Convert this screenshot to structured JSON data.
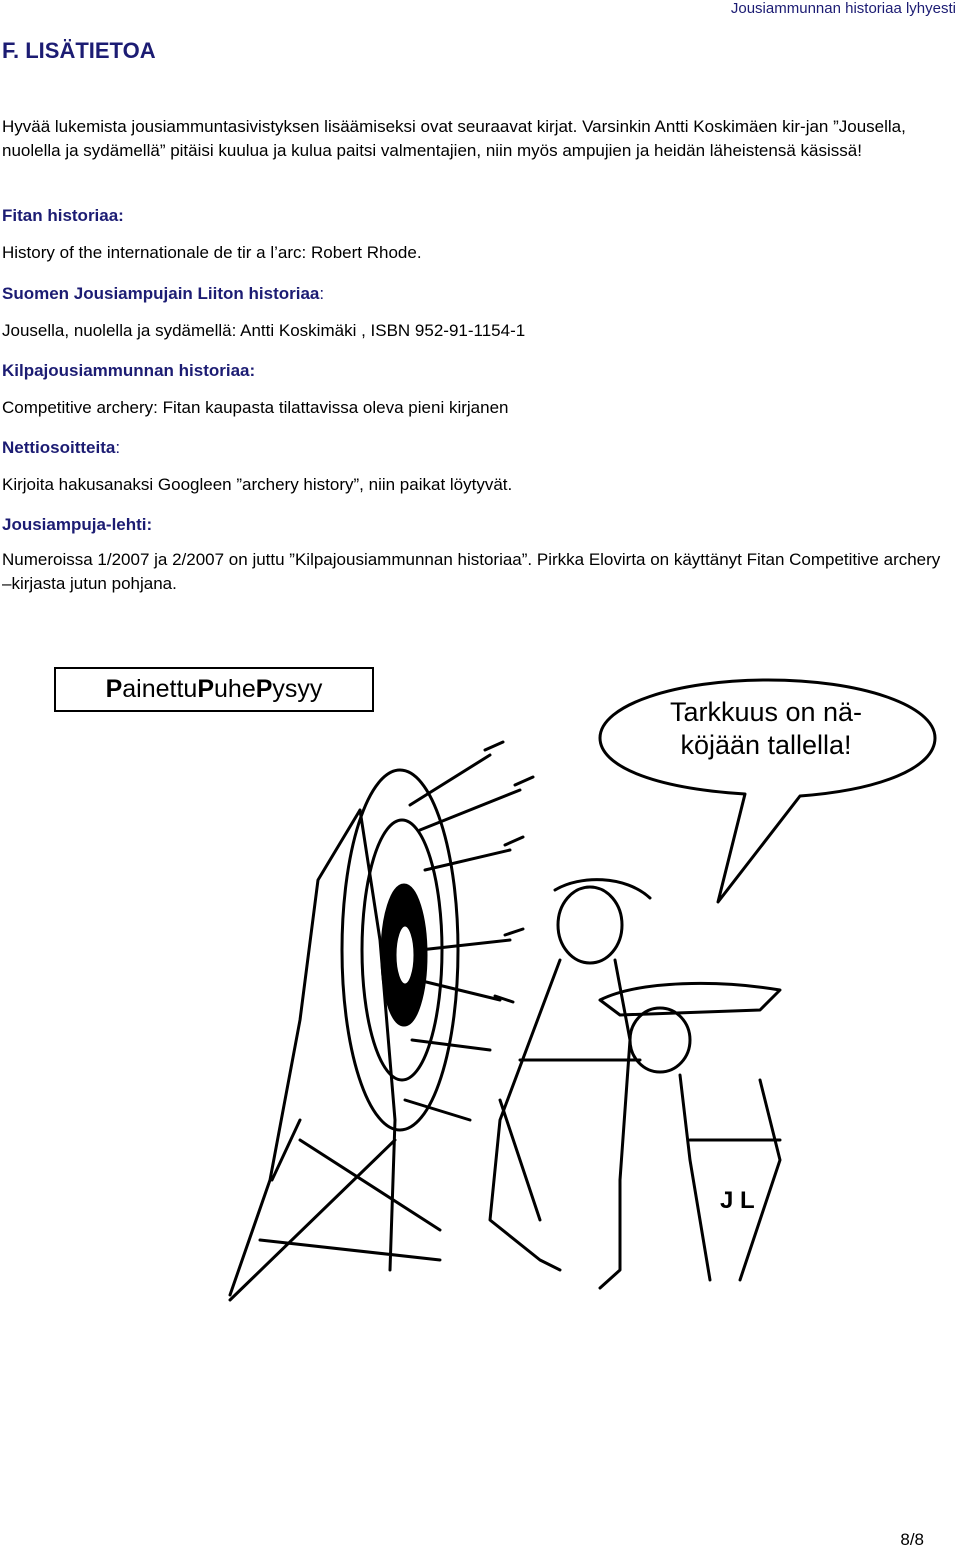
{
  "header": {
    "running_head": "Jousiammunnan historiaa lyhyesti",
    "section_title": "F. LISÄTIETOA"
  },
  "intro": "Hyvää lukemista jousiammuntasivistyksen lisäämiseksi ovat seuraavat kirjat. Varsinkin Antti Koskimäen kir-jan ”Jousella, nuolella ja sydämellä” pitäisi kuulua ja kulua paitsi valmentajien, niin myös ampujien ja heidän läheistensä käsissä!",
  "sections": [
    {
      "heading": "Fitan historiaa:",
      "heading_tail": "",
      "text": "History of the internationale de tir a l’arc: Robert Rhode."
    },
    {
      "heading": "Suomen Jousiampujain Liiton historiaa",
      "heading_tail": ":",
      "text": "Jousella, nuolella ja sydämellä: Antti Koskimäki , ISBN 952-91-1154-1"
    },
    {
      "heading": "Kilpajousiammunnan historiaa:",
      "heading_tail": "",
      "text": "Competitive archery: Fitan kaupasta tilattavissa oleva pieni kirjanen"
    },
    {
      "heading": "Nettiosoitteita",
      "heading_tail": ":",
      "text": "Kirjoita hakusanaksi Googleen ”archery history”, niin paikat löytyvät."
    },
    {
      "heading": "Jousiampuja-lehti:",
      "heading_tail": "",
      "text": "Numeroissa 1/2007 ja 2/2007 on juttu ”Kilpajousiammunnan historiaa”. Pirkka Elovirta on käyttänyt Fitan Competitive archery –kirjasta jutun pohjana."
    }
  ],
  "cartoon": {
    "title_parts": [
      {
        "initial": "P",
        "rest": "ainettu "
      },
      {
        "initial": "P",
        "rest": "uhe "
      },
      {
        "initial": "P",
        "rest": "ysyy"
      }
    ],
    "speech": "Tarkkuus on nä-köjään tallella!",
    "signature": "J L"
  },
  "footer": {
    "page_number": "8/8"
  }
}
